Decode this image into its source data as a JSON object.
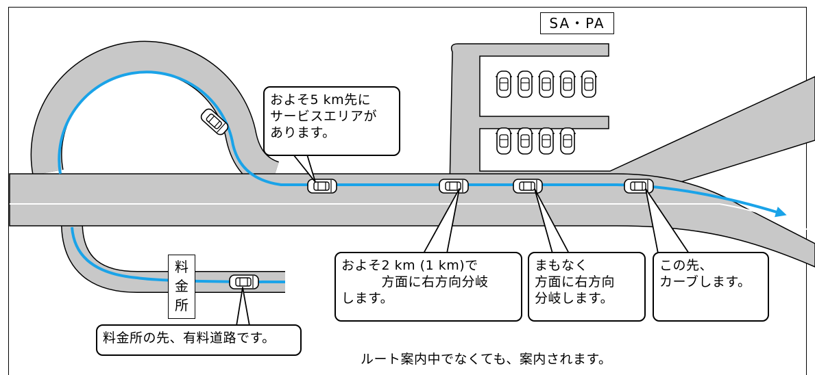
{
  "signs": {
    "sapa": "SA・PA",
    "tollgate": [
      "料",
      "金",
      "所"
    ]
  },
  "callouts": {
    "service_area": "およそ5 km先に\nサービスエリアが\nあります。",
    "junction_near": "およそ2 km (1 km)で\n　　　方面に右方向分岐\nします。",
    "junction_soon": "まもなく\n方面に右方向\n分岐します。",
    "curve": "この先、\nカーブします。",
    "toll_road": "料金所の先、有料道路です。"
  },
  "note": "ルート案内中でなくても、案内されます。",
  "colors": {
    "road": "#c8c8c8",
    "route": "#1aa3e8",
    "outline": "#000000",
    "lane_mark": "#ffffff"
  }
}
